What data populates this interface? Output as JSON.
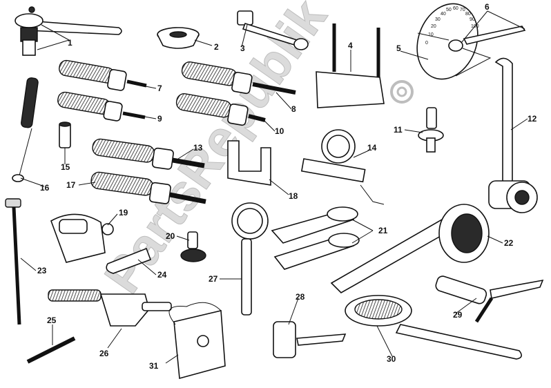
{
  "diagram": {
    "watermark": "PartsRepublik",
    "callouts": [
      "1",
      "2",
      "3",
      "4",
      "5",
      "6",
      "7",
      "8",
      "9",
      "10",
      "11",
      "12",
      "13",
      "14",
      "15",
      "16",
      "17",
      "18",
      "19",
      "20",
      "21",
      "22",
      "23",
      "24",
      "25",
      "26",
      "27",
      "28",
      "29",
      "30",
      "31"
    ],
    "dial_scale_numbers": [
      "0",
      "10",
      "20",
      "30",
      "40",
      "50",
      "60",
      "70",
      "80",
      "90",
      "100"
    ]
  }
}
